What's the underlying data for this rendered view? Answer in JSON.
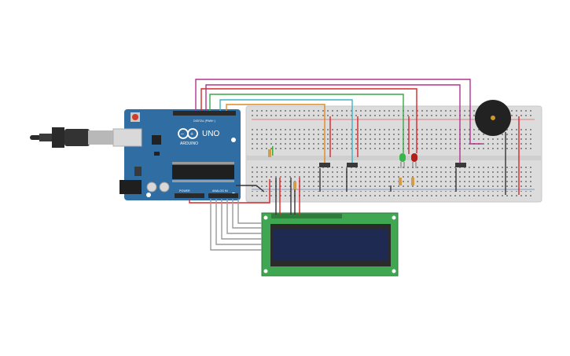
{
  "board": {
    "logo_text": "UNO",
    "brand_text": "ARDUINO",
    "digital_header_label": "DIGITAL (PWM~)",
    "power_header_label": "POWER",
    "analog_header_label": "ANALOG IN"
  },
  "colors": {
    "board_blue": "#2f6da3",
    "breadboard": "#dcdcdc",
    "lcd_pcb": "#3fa651",
    "lcd_screen": "#1f2a52",
    "wire_red": "#d9262b",
    "wire_black": "#333333",
    "wire_orange": "#e08a1e",
    "wire_green": "#39a845",
    "wire_purple": "#b0358f",
    "wire_cyan": "#3fb3c9",
    "wire_gray": "#9a9a9a",
    "led_green": "#39b54a",
    "led_red": "#b3201b",
    "buzzer": "#222222"
  },
  "components": {
    "usb": "usb-connector-icon",
    "power_jack": "dc-jack-icon",
    "buzzer": "piezo-buzzer-icon",
    "leds": [
      "green-led-icon",
      "red-led-icon"
    ],
    "buttons": [
      "pushbutton-1",
      "pushbutton-2",
      "pushbutton-3"
    ],
    "resistors": 5
  }
}
